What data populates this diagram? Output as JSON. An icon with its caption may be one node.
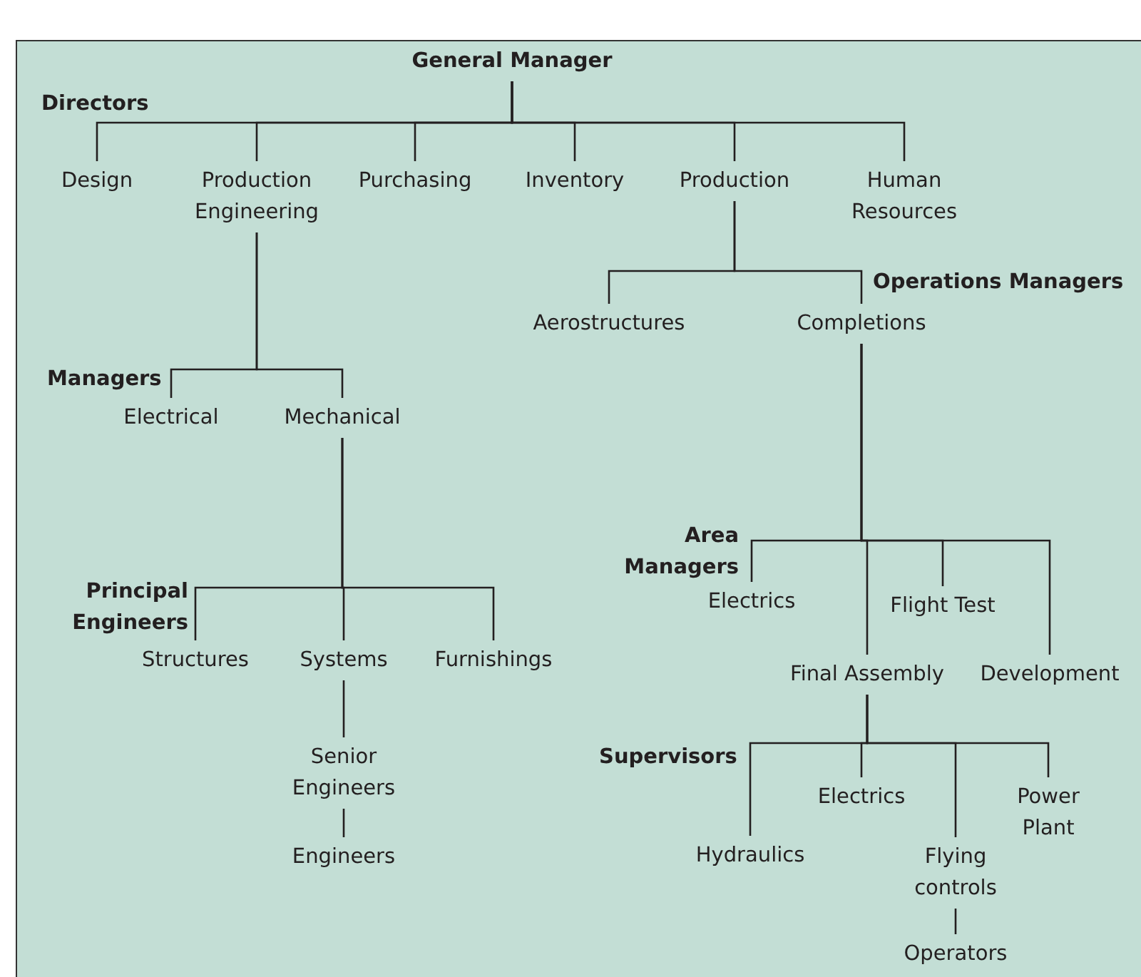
{
  "diagram": {
    "nodes": [
      {
        "text": [
          "General Manager"
        ]
      },
      {
        "text": [
          "Design"
        ]
      },
      {
        "text": [
          "Production Engineering"
        ]
      },
      {
        "text": [
          "Purchasing"
        ]
      },
      {
        "text": [
          "Inventory"
        ]
      },
      {
        "text": [
          "Production"
        ]
      },
      {
        "text": [
          "Human Resources"
        ]
      },
      {
        "text": [
          "Aerostructures"
        ]
      },
      {
        "text": [
          "Completions"
        ]
      },
      {
        "text": [
          "Electrical"
        ]
      },
      {
        "text": [
          "Mechanical"
        ]
      },
      {
        "text": [
          "Structures"
        ]
      },
      {
        "text": [
          "Systems"
        ]
      },
      {
        "text": [
          "Furnishings"
        ]
      },
      {
        "text": [
          "Senior Engineers"
        ]
      },
      {
        "text": [
          "Engineers"
        ]
      },
      {
        "text": [
          "Electrics"
        ]
      },
      {
        "text": [
          "Flight Test"
        ]
      },
      {
        "text": [
          "Final Assembly"
        ]
      },
      {
        "text": [
          "Development"
        ]
      },
      {
        "text": [
          "Electrics"
        ]
      },
      {
        "text": [
          "Power Plant"
        ]
      },
      {
        "text": [
          "Hydraulics"
        ]
      },
      {
        "text": [
          "Flying controls"
        ]
      },
      {
        "text": [
          "Operators"
        ]
      }
    ],
    "edges": [
      {
        "from": 0,
        "to": 1,
        "arrow": "none"
      },
      {
        "from": 0,
        "to": 2,
        "arrow": "none"
      },
      {
        "from": 0,
        "to": 3,
        "arrow": "none"
      },
      {
        "from": 0,
        "to": 4,
        "arrow": "none"
      },
      {
        "from": 0,
        "to": 5,
        "arrow": "none"
      },
      {
        "from": 0,
        "to": 6,
        "arrow": "none"
      },
      {
        "from": 5,
        "to": 7,
        "arrow": "none"
      },
      {
        "from": 5,
        "to": 8,
        "arrow": "none"
      },
      {
        "from": 2,
        "to": 9,
        "arrow": "none"
      },
      {
        "from": 2,
        "to": 10,
        "arrow": "none"
      },
      {
        "from": 10,
        "to": 11,
        "arrow": "none"
      },
      {
        "from": 10,
        "to": 12,
        "arrow": "none"
      },
      {
        "from": 10,
        "to": 13,
        "arrow": "none"
      },
      {
        "from": 12,
        "to": 14,
        "arrow": "none"
      },
      {
        "from": 14,
        "to": 15,
        "arrow": "none"
      },
      {
        "from": 8,
        "to": 16,
        "arrow": "none"
      },
      {
        "from": 8,
        "to": 17,
        "arrow": "none"
      },
      {
        "from": 8,
        "to": 18,
        "arrow": "none"
      },
      {
        "from": 8,
        "to": 19,
        "arrow": "none"
      },
      {
        "from": 18,
        "to": 20,
        "arrow": "none"
      },
      {
        "from": 18,
        "to": 21,
        "arrow": "none"
      },
      {
        "from": 18,
        "to": 22,
        "arrow": "none"
      },
      {
        "from": 18,
        "to": 23,
        "arrow": "none"
      },
      {
        "from": 23,
        "to": 24,
        "arrow": "none"
      }
    ],
    "labels": [
      "Directors",
      "Operations Managers",
      "Managers",
      "Principal Engineers",
      "Area Managers",
      "Supervisors"
    ]
  }
}
